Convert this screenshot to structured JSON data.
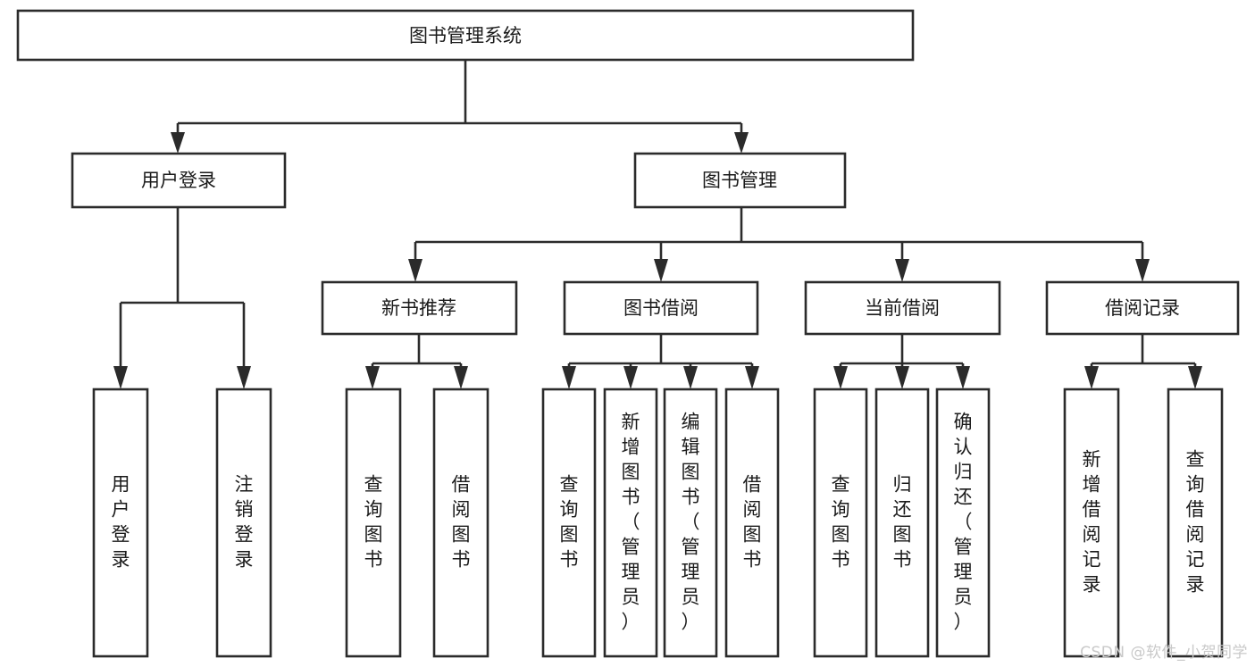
{
  "diagram": {
    "title": "图书管理系统",
    "root": {
      "id": "root",
      "label": "图书管理系统",
      "orientation": "horizontal"
    },
    "level2": [
      {
        "id": "user-login",
        "label": "用户登录",
        "orientation": "horizontal"
      },
      {
        "id": "book-management",
        "label": "图书管理",
        "orientation": "horizontal"
      }
    ],
    "level3": [
      {
        "id": "new-book-recommend",
        "label": "新书推荐",
        "orientation": "horizontal",
        "parent": "book-management"
      },
      {
        "id": "book-borrow",
        "label": "图书借阅",
        "orientation": "horizontal",
        "parent": "book-management"
      },
      {
        "id": "current-borrow",
        "label": "当前借阅",
        "orientation": "horizontal",
        "parent": "book-management"
      },
      {
        "id": "borrow-record",
        "label": "借阅记录",
        "orientation": "horizontal",
        "parent": "book-management"
      }
    ],
    "leaves": [
      {
        "id": "leaf-user-login",
        "label": "用户登录",
        "orientation": "vertical",
        "parent": "user-login"
      },
      {
        "id": "leaf-user-logout",
        "label": "注销登录",
        "orientation": "vertical",
        "parent": "user-login"
      },
      {
        "id": "leaf-query-book-1",
        "label": "查询图书",
        "orientation": "vertical",
        "parent": "new-book-recommend"
      },
      {
        "id": "leaf-borrow-book-1",
        "label": "借阅图书",
        "orientation": "vertical",
        "parent": "new-book-recommend"
      },
      {
        "id": "leaf-query-book-2",
        "label": "查询图书",
        "orientation": "vertical",
        "parent": "book-borrow"
      },
      {
        "id": "leaf-add-book",
        "label": "新增图书（管理员）",
        "orientation": "vertical",
        "parent": "book-borrow"
      },
      {
        "id": "leaf-edit-book",
        "label": "编辑图书（管理员）",
        "orientation": "vertical",
        "parent": "book-borrow"
      },
      {
        "id": "leaf-borrow-book-2",
        "label": "借阅图书",
        "orientation": "vertical",
        "parent": "book-borrow"
      },
      {
        "id": "leaf-query-book-3",
        "label": "查询图书",
        "orientation": "vertical",
        "parent": "current-borrow"
      },
      {
        "id": "leaf-return-book",
        "label": "归还图书",
        "orientation": "vertical",
        "parent": "current-borrow"
      },
      {
        "id": "leaf-confirm-return",
        "label": "确认归还（管理员）",
        "orientation": "vertical",
        "parent": "current-borrow"
      },
      {
        "id": "leaf-add-record",
        "label": "新增借阅记录",
        "orientation": "vertical",
        "parent": "borrow-record"
      },
      {
        "id": "leaf-query-record",
        "label": "查询借阅记录",
        "orientation": "vertical",
        "parent": "borrow-record"
      }
    ],
    "colors": {
      "stroke": "#2b2b2b",
      "fill": "#ffffff",
      "text": "#1a1a1a",
      "background": "#ffffff",
      "watermark": "#c9c9c9"
    }
  },
  "watermark": {
    "text": "CSDN @软件_小贺同学"
  }
}
